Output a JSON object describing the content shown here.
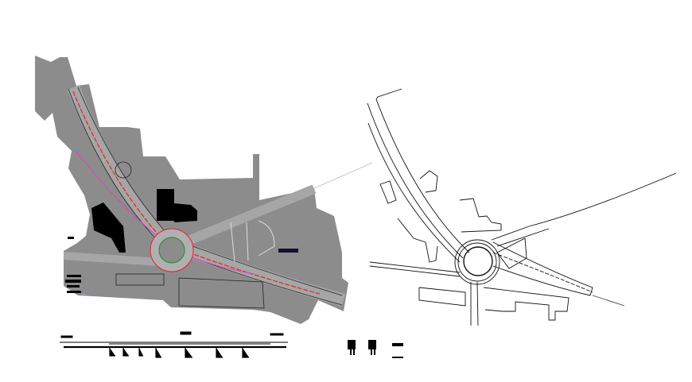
{
  "drawing": {
    "views": [
      "site-plan-rendered",
      "site-plan-outline",
      "longitudinal-profile",
      "detail-symbols"
    ],
    "colors": {
      "background": "#ffffff",
      "site_fill": "#8c8c8c",
      "road_fill": "#a6a6a6",
      "building_fill": "#000000",
      "road_centerline": "#e8202a",
      "alignment": "#e040c0",
      "island": "#2f8f3a",
      "linework": "#111111"
    }
  }
}
